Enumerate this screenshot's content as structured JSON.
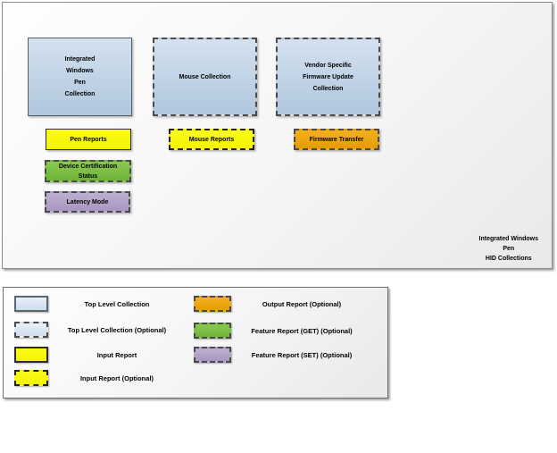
{
  "diagram": {
    "caption": "Integrated Windows\nPen\nHID Collections",
    "boxes": {
      "pen_collection": "Integrated\nWindows\nPen\nCollection",
      "mouse_collection": "Mouse Collection",
      "vendor_collection": "Vendor Specific\nFirmware Update\nCollection",
      "pen_reports": "Pen Reports",
      "mouse_reports": "Mouse Reports",
      "firmware_transfer": "Firmware Transfer",
      "device_certification": "Device Certification\nStatus",
      "latency_mode": "Latency Mode"
    }
  },
  "legend": {
    "items": [
      {
        "label": "Top Level Collection",
        "swatch": "blue-solid"
      },
      {
        "label": "Top Level Collection (Optional)",
        "swatch": "blue-dashed"
      },
      {
        "label": "Input Report",
        "swatch": "yellow-solid"
      },
      {
        "label": "Input Report (Optional)",
        "swatch": "yellow-dashed"
      },
      {
        "label": "Output Report (Optional)",
        "swatch": "orange-dashed"
      },
      {
        "label": "Feature Report (GET) (Optional)",
        "swatch": "green-dashed"
      },
      {
        "label": "Feature Report (SET) (Optional)",
        "swatch": "purple-dashed"
      }
    ]
  },
  "colors": {
    "collection_blue": "#c3d5e7",
    "input_report_yellow": "#f7f707",
    "output_report_orange": "#eda713",
    "feature_get_green": "#7cc143",
    "feature_set_purple": "#b2a3c8",
    "dash_border": "#4a4a4a",
    "panel_background": "#f5f5f5"
  }
}
